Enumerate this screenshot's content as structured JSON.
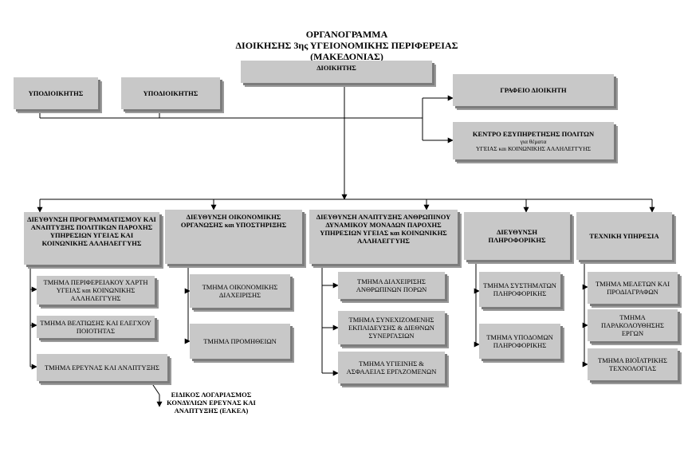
{
  "header": {
    "line1": "ΟΡΓΑΝΟΓΡΑΜΜΑ",
    "line2": "ΔΙΟΙΚΗΣΗΣ 3ης ΥΓΕΙΟΝΟΜΙΚΗΣ ΠΕΡΙΦΕΡΕΙΑΣ",
    "line3": "(ΜΑΚΕΔΟΝΙΑΣ)"
  },
  "top": {
    "deputy1": "ΥΠΟΔΙΟΙΚΗΤΗΣ",
    "deputy2": "ΥΠΟΔΙΟΙΚΗΤΗΣ",
    "governor": "ΔΙΟΙΚΗΤΗΣ",
    "office": "ΓΡΑΦΕΙΟ ΔΙΟΙΚΗΤΗ",
    "citizen_center_title": "ΚΕΝΤΡΟ ΕΞΥΠΗΡΕΤΗΣΗΣ ΠΟΛΙΤΩΝ",
    "citizen_center_sub1": "για θέματα",
    "citizen_center_sub2": "ΥΓΕΙΑΣ και ΚΟΙΝΩΝΙΚΗΣ ΑΛΛΗΛΕΓΓΥΗΣ"
  },
  "directorates": [
    {
      "title": "ΔΙΕΥΘΥΝΣΗ ΠΡΟΓΡΑΜΜΑΤΙΣΜΟΥ ΚΑΙ ΑΝΑΠΤΥΞΗΣ ΠΟΛΙΤΙΚΩΝ ΠΑΡΟΧΗΣ ΥΠΗΡΕΣΙΩΝ ΥΓΕΙΑΣ ΚΑΙ ΚΟΙΝΩΝΙΚΗΣ ΑΛΛΗΛΕΓΓΥΗΣ",
      "units": [
        "ΤΜΗΜΑ ΠΕΡΙΦΕΡΕΙΑΚΟΥ ΧΑΡΤΗ ΥΓΕΙΑΣ και ΚΟΙΝΩΝΙΚΗΣ ΑΛΛΗΛΕΓΓΥΗΣ",
        "ΤΜΗΜΑ ΒΕΛΤΙΩΣΗΣ ΚΑΙ ΕΛΕΓΧΟΥ ΠΟΙΟΤΗΤΑΣ",
        "ΤΜΗΜΑ ΕΡΕΥΝΑΣ ΚΑΙ ΑΝΑΠΤΥΞΗΣ"
      ],
      "special": "ΕΙΔΙΚΟΣ ΛΟΓΑΡΙΑΣΜΟΣ ΚΟΝΔΥΛΙΩΝ ΕΡΕΥΝΑΣ ΚΑΙ ΑΝΑΠΤΥΞΗΣ (ΕΛΚΕΑ)"
    },
    {
      "title": "ΔΙΕΥΘΥΝΣΗ ΟΙΚΟΝΟΜΙΚΗΣ ΟΡΓΑΝΩΣΗΣ και ΥΠΟΣΤΗΡΙΞΗΣ",
      "units": [
        "ΤΜΗΜΑ ΟΙΚΟΝΟΜΙΚΗΣ ΔΙΑΧΕΙΡΙΣΗΣ",
        "ΤΜΗΜΑ ΠΡΟΜΗΘΕΙΩΝ"
      ]
    },
    {
      "title": "ΔΙΕΥΘΥΝΣΗ ΑΝΑΠΤΥΞΗΣ ΑΝΘΡΩΠΙΝΟΥ ΔΥΝΑΜΙΚΟΥ ΜΟΝΑΔΩΝ ΠΑΡΟΧΗΣ ΥΠΗΡΕΣΙΩΝ ΥΓΕΙΑΣ και ΚΟΙΝΩΝΙΚΗΣ ΑΛΛΗΛΕΓΓΥΗΣ",
      "units": [
        "ΤΜΗΜΑ ΔΙΑΧΕΙΡΙΣΗΣ ΑΝΘΡΩΠΙΝΩΝ ΠΟΡΩΝ",
        "ΤΜΗΜΑ ΣΥΝΕΧΙΖΟΜΕΝΗΣ ΕΚΠΑΙΔΕΥΣΗΣ & ΔΙΕΘΝΩΝ ΣΥΝΕΡΓΑΣΙΩΝ",
        "ΤΜΗΜΑ ΥΓΙΕΙΝΗΣ & ΑΣΦΑΛΕΙΑΣ ΕΡΓΑΖΟΜΕΝΩΝ"
      ]
    },
    {
      "title": "ΔΙΕΥΘΥΝΣΗ ΠΛΗΡΟΦΟΡΙΚΗΣ",
      "units": [
        "ΤΜΗΜΑ ΣΥΣΤΗΜΑΤΩΝ ΠΛΗΡΟΦΟΡΙΚΗΣ",
        "ΤΜΗΜΑ ΥΠΟΔΟΜΩΝ ΠΛΗΡΟΦΟΡΙΚΗΣ"
      ]
    },
    {
      "title": "ΤΕΧΝΙΚΗ ΥΠΗΡΕΣΙΑ",
      "units": [
        "ΤΜΗΜΑ ΜΕΛΕΤΩΝ ΚΑΙ ΠΡΟΔΙΑΓΡΑΦΩΝ",
        "ΤΜΗΜΑ ΠΑΡΑΚΟΛΟΥΘΗΣΗΣ ΕΡΓΩΝ",
        "ΤΜΗΜΑ ΒΙΟΪΑΤΡΙΚΗΣ ΤΕΧΝΟΛΟΓΙΑΣ"
      ]
    }
  ]
}
